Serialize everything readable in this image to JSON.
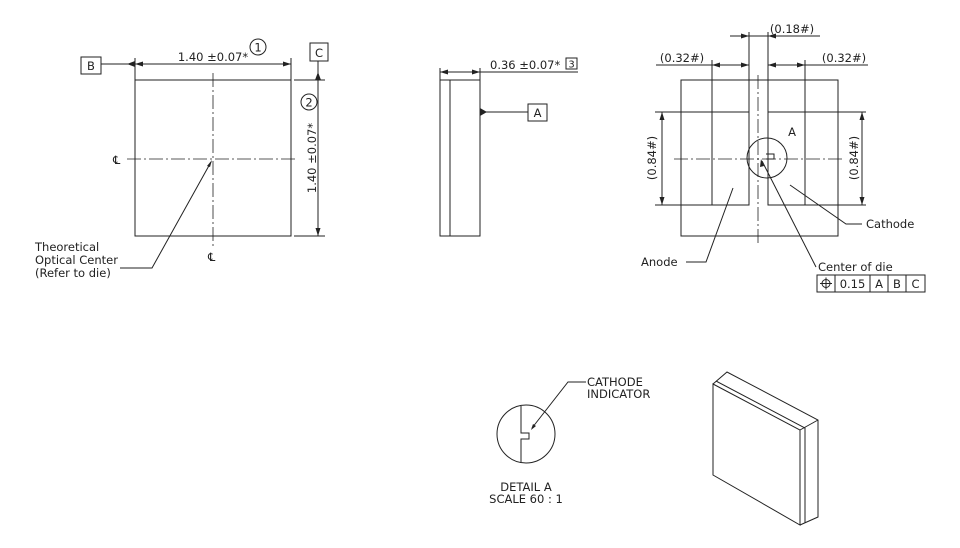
{
  "front_view": {
    "width_dim": "1.40 ±0.07*",
    "height_dim": "1.40 ±0.07*",
    "note1": "1",
    "note2": "2",
    "datum_b": "B",
    "datum_c": "C",
    "centerline_symbol": "℄",
    "callout": [
      "Theoretical",
      "Optical Center",
      "(Refer to die)"
    ]
  },
  "side_view": {
    "thickness_dim": "0.36 ±0.07*",
    "note3": "3",
    "datum_a": "A"
  },
  "bottom_view": {
    "pad_width_left": "(0.32#)",
    "pad_width_right": "(0.32#)",
    "gap": "(0.18#)",
    "pad_height_left": "(0.84#)",
    "pad_height_right": "(0.84#)",
    "detail_label": "A",
    "anode": "Anode",
    "cathode": "Cathode",
    "center_of_die": "Center of die",
    "tolerance_frame": {
      "symbol": "position-icon",
      "value": "0.15",
      "datums": [
        "A",
        "B",
        "C"
      ]
    }
  },
  "detail_view": {
    "callout": [
      "CATHODE",
      "INDICATOR"
    ],
    "title": "DETAIL A",
    "scale": "SCALE 60 : 1"
  }
}
